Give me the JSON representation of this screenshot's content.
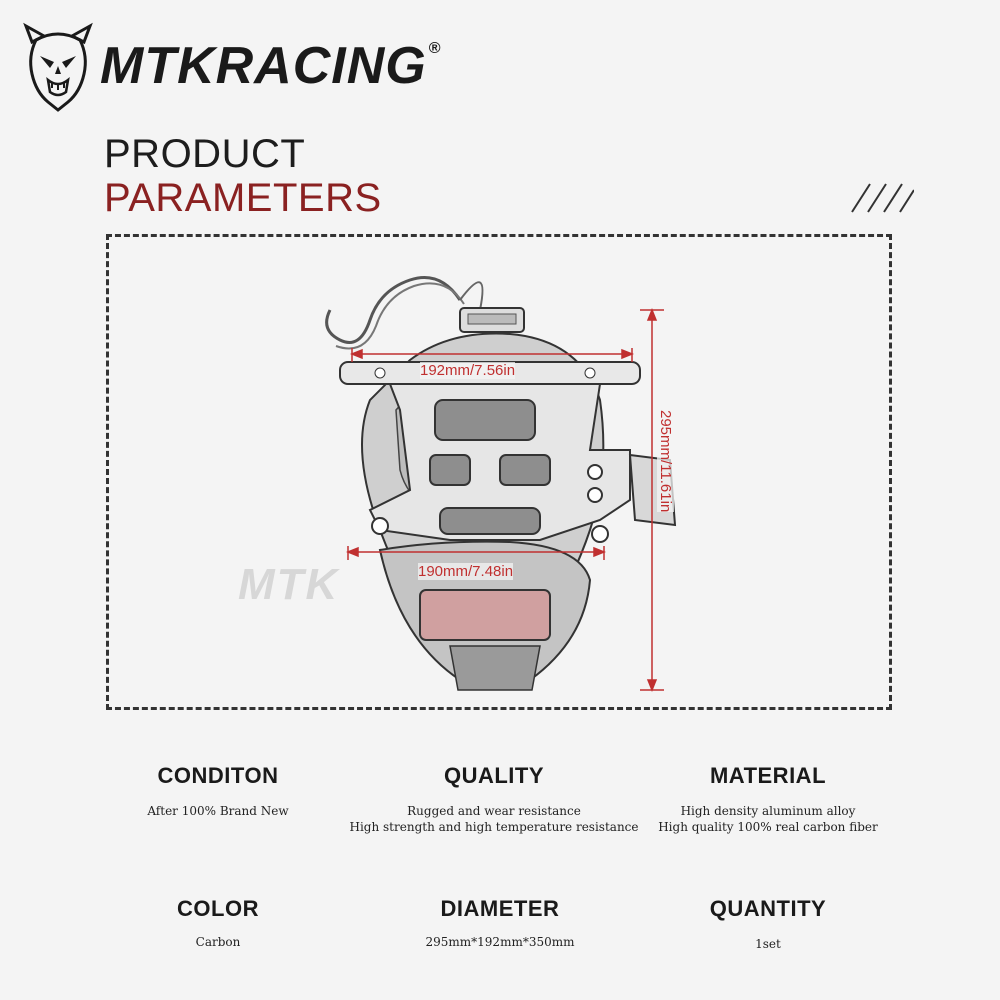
{
  "brand": {
    "name": "MTKRACING",
    "mark": "®"
  },
  "heading": {
    "line1": "PRODUCT",
    "line2": "PARAMETERS"
  },
  "dimensions": {
    "top_width": "192mm/7.56in",
    "bottom_width": "190mm/7.48in",
    "height": "295mm/11.61in"
  },
  "watermark": "MTK",
  "specs": {
    "condition": {
      "title": "CONDITON",
      "lines": [
        "After 100% Brand New"
      ]
    },
    "quality": {
      "title": "QUALITY",
      "lines": [
        "Rugged and wear resistance",
        "High strength and high temperature resistance"
      ]
    },
    "material": {
      "title": "MATERIAL",
      "lines": [
        "High density aluminum alloy",
        "High quality 100% real carbon fiber"
      ]
    },
    "color": {
      "title": "COLOR",
      "lines": [
        "Carbon"
      ]
    },
    "diameter": {
      "title": "DIAMETER",
      "lines": [
        "295mm*192mm*350mm"
      ]
    },
    "quantity": {
      "title": "QUANTITY",
      "lines": [
        "1set"
      ]
    }
  },
  "colors": {
    "accent": "#8a2121",
    "dimension": "#c03030",
    "text": "#1a1a1a"
  }
}
